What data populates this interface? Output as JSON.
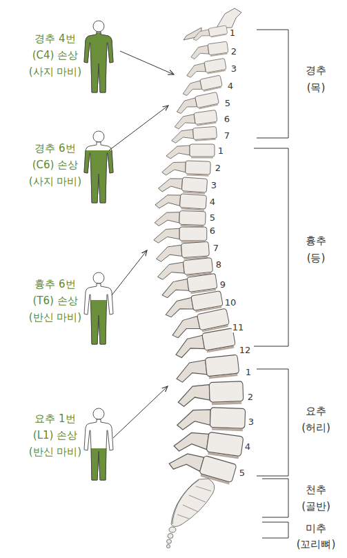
{
  "diagram": {
    "labels": [
      "경추 4번",
      "(C4) 손상",
      "(사지 마비)",
      "경추 6번",
      "(C6) 손상",
      "(사지 마비)",
      "흉추 6번",
      "(T6) 손상",
      "(반신 마비)",
      "요추 1번",
      "(L1) 손상",
      "(반신 마비)",
      "1",
      "2",
      "3",
      "4",
      "5",
      "6",
      "7",
      "1",
      "2",
      "3",
      "4",
      "5",
      "6",
      "7",
      "8",
      "9",
      "10",
      "11",
      "12",
      "1",
      "2",
      "3",
      "4",
      "5",
      "경추",
      "(목)",
      "흉추",
      "(등)",
      "요추",
      "(허리)",
      "천추",
      "(골반)",
      "미추",
      "(꼬리뼈)"
    ]
  }
}
